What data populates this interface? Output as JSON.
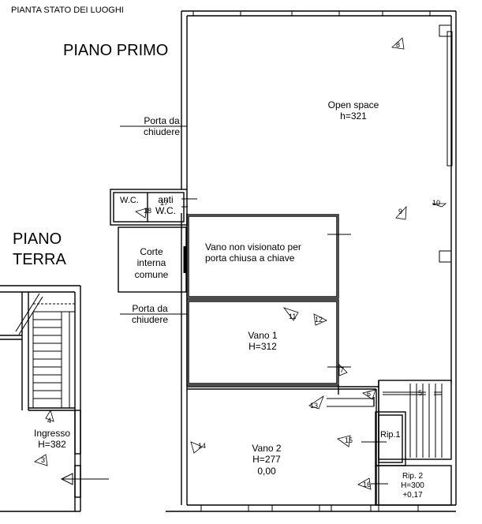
{
  "header": "PIANTA STATO DEI LUOGHI",
  "floor_first": "PIANO PRIMO",
  "floor_ground": [
    "PIANO",
    "TERRA"
  ],
  "rooms": {
    "open_space": [
      "Open space",
      "h=321"
    ],
    "porta_top": [
      "Porta da",
      "chiudere"
    ],
    "porta_mid": [
      "Porta da",
      "chiudere"
    ],
    "wc": "W.C.",
    "anti_wc": [
      "anti",
      "W.C."
    ],
    "corte": [
      "Corte",
      "interna",
      "comune"
    ],
    "vano_nv": [
      "Vano non visionato per",
      "porta chiusa a chiave"
    ],
    "vano1": [
      "Vano 1",
      "H=312"
    ],
    "vano2": [
      "Vano 2",
      "H=277",
      "0,00"
    ],
    "rip1": "Rip.1",
    "rip2": [
      "Rip. 2",
      "H=300",
      "+0,17"
    ],
    "ingresso": [
      "Ingresso",
      "H=382"
    ]
  },
  "view_markers": [
    "8",
    "9",
    "10",
    "11",
    "12",
    "7",
    "6",
    "5",
    "13",
    "15",
    "14",
    "16",
    "17",
    "18",
    "4",
    "3"
  ]
}
